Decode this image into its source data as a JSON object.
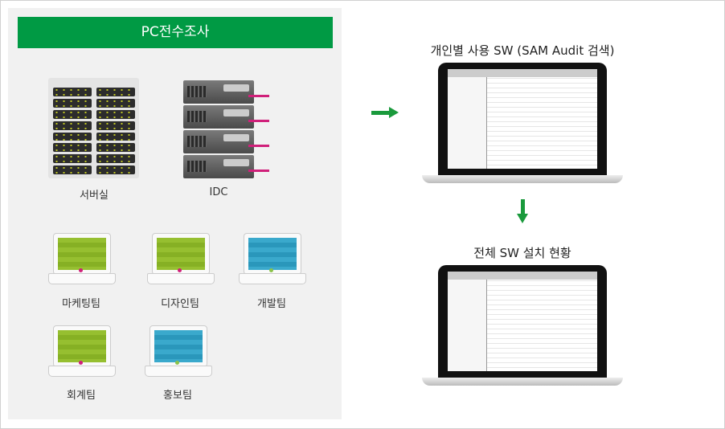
{
  "left": {
    "title": "PC전수조사",
    "servers": [
      {
        "label": "서버실"
      },
      {
        "label": "IDC"
      }
    ],
    "teams": [
      {
        "label": "마케팅팀",
        "color": "green"
      },
      {
        "label": "디자인팀",
        "color": "green"
      },
      {
        "label": "개발팀",
        "color": "blue"
      },
      {
        "label": "회계팀",
        "color": "green"
      },
      {
        "label": "홍보팀",
        "color": "blue"
      }
    ]
  },
  "right": {
    "step1": "개인별 사용 SW (SAM Audit 검색)",
    "step2": "전체 SW 설치 현황"
  }
}
